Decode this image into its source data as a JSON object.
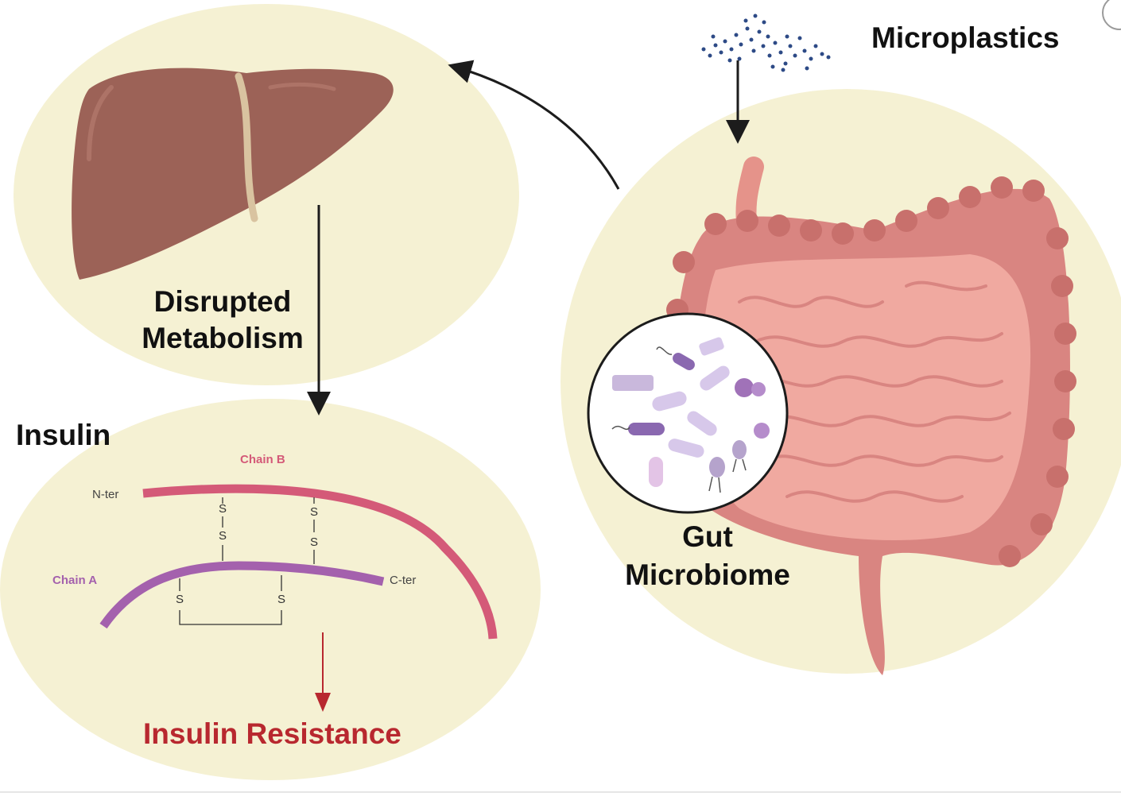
{
  "labels": {
    "microplastics": "Microplastics",
    "disrupted": "Disrupted",
    "metabolism": "Metabolism",
    "insulin": "Insulin",
    "gut": "Gut",
    "microbiome": "Microbiome",
    "insulin_resistance": "Insulin Resistance"
  },
  "insulin_diagram": {
    "chain_b": "Chain B",
    "chain_a": "Chain A",
    "n_ter": "N-ter",
    "c_ter": "C-ter",
    "sulfur": "S"
  },
  "colors": {
    "panel_bg": "#f5f1d3",
    "liver": "#9c6257",
    "chain_b": "#d45a78",
    "chain_a": "#a461ad",
    "resistance": "#b8282f",
    "dots": "#2d4a86"
  }
}
